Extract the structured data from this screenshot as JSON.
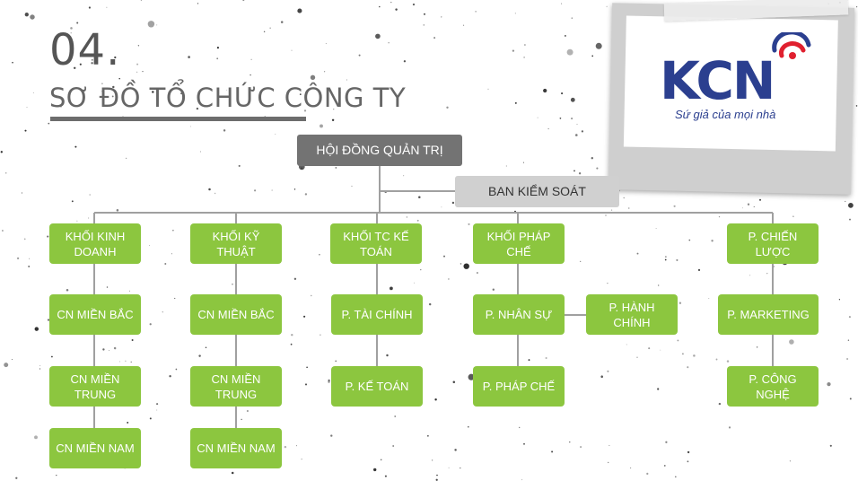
{
  "header": {
    "number": "04.",
    "title": "SƠ ĐỒ TỔ CHỨC CÔNG TY"
  },
  "logo": {
    "brand": "KCN",
    "tagline": "Sứ giả của mọi nhà"
  },
  "colors": {
    "node_green": "#8cc63f",
    "node_dark": "#737373",
    "node_light": "#d0d0d0",
    "connector": "#a0a0a0",
    "logo_blue": "#2b3f8f",
    "logo_red": "#e0202f"
  },
  "org": {
    "board": "HỘI ĐỒNG QUẢN TRỊ",
    "supervisory": "BAN KIỂM SOÁT",
    "divisions": [
      {
        "name": "KHỐI KINH DOANH",
        "units": [
          "CN MIỀN BẮC",
          "CN MIỀN TRUNG",
          "CN MIỀN NAM"
        ]
      },
      {
        "name": "KHỐI KỸ THUẬT",
        "units": [
          "CN MIỀN BẮC",
          "CN MIỀN TRUNG",
          "CN MIỀN NAM"
        ]
      },
      {
        "name": "KHỐI TC KẾ TOÁN",
        "units": [
          "P. TÀI CHÍNH",
          "P. KẾ TOÁN"
        ]
      },
      {
        "name": "KHỐI PHÁP CHẾ",
        "units": [
          "P. NHÂN SỰ",
          "P. PHÁP CHẾ"
        ],
        "side_unit": "P. HÀNH CHÍNH"
      },
      {
        "name": "P. CHIẾN LƯỢC",
        "units": [
          "P. MARKETING",
          "P. CÔNG NGHỆ"
        ]
      }
    ]
  }
}
